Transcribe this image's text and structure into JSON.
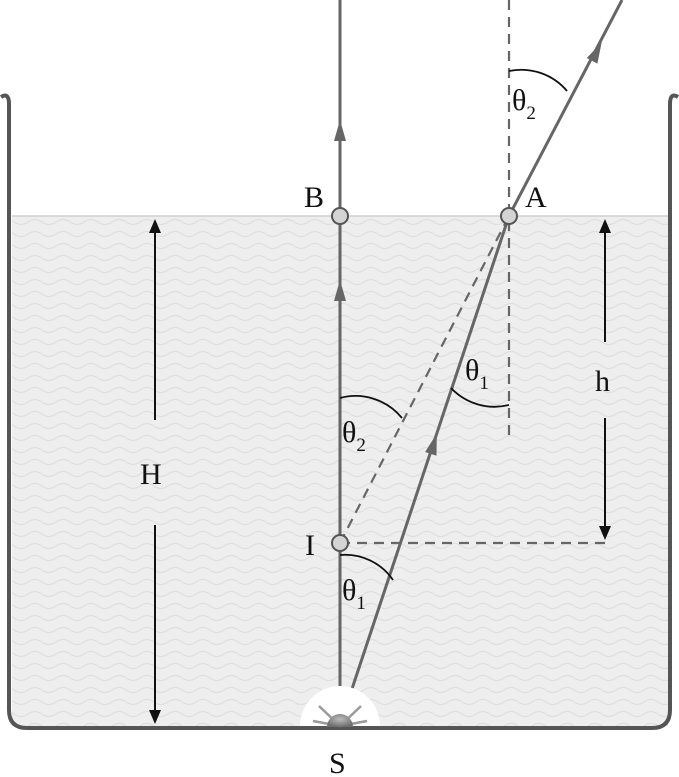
{
  "labels": {
    "source": "S",
    "point_a": "A",
    "point_b": "B",
    "image": "I",
    "depth_total": "H",
    "depth_apparent": "h",
    "theta": "θ",
    "sub_one": "1",
    "sub_two": "2"
  },
  "colors": {
    "ray": "#666666",
    "water": "#eeeeee",
    "wave": "#dedede",
    "container": "#555555",
    "marker_fill": "#d4d4d4",
    "dimension": "#111111"
  }
}
